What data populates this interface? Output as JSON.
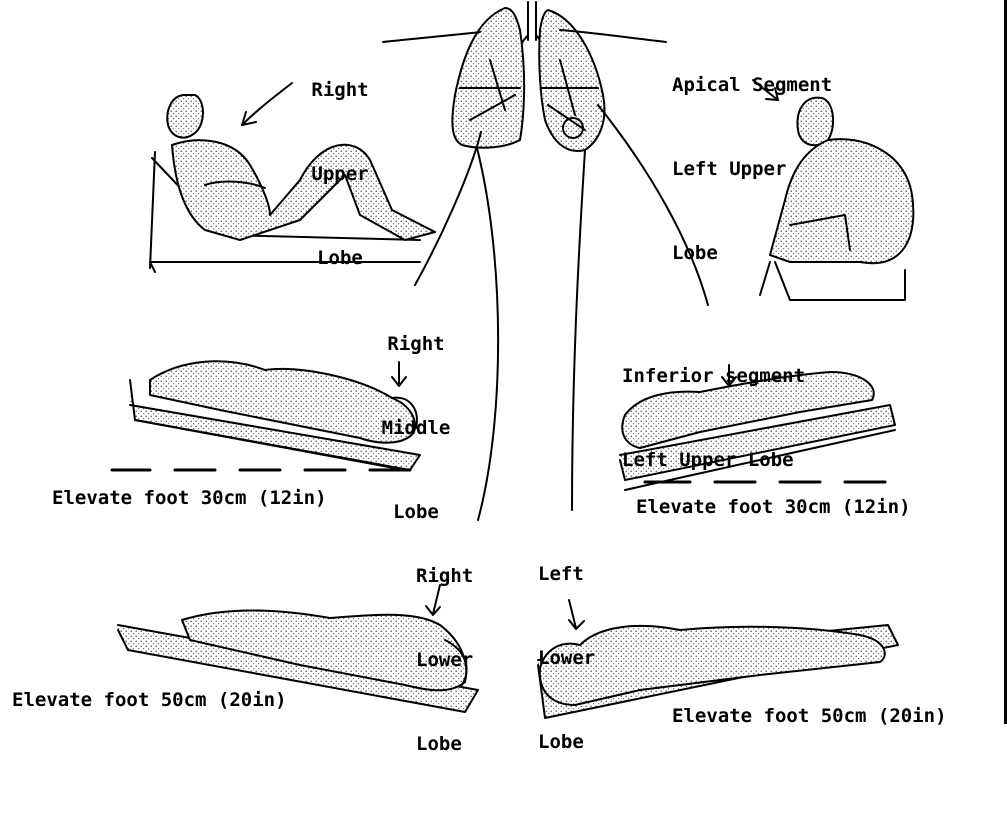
{
  "labels": {
    "right_upper": [
      "Right",
      "Upper",
      "Lobe"
    ],
    "apical_left_upper": [
      "Apical Segment",
      "Left Upper",
      "Lobe"
    ],
    "right_middle": [
      "Right",
      "Middle",
      "Lobe"
    ],
    "inferior_left_upper": [
      "Inferior segment",
      "Left Upper Lobe"
    ],
    "elevate_30_left": "Elevate foot 30cm (12in)",
    "elevate_30_right": "Elevate foot 30cm (12in)",
    "right_lower": [
      "Right",
      "Lower",
      "Lobe"
    ],
    "left_lower": [
      "Left",
      "Lower",
      "Lobe"
    ],
    "elevate_50_left": "Elevate foot 50cm (20in)",
    "elevate_50_right": "Elevate foot 50cm (20in)"
  },
  "figures": [
    "lungs-diagram",
    "patient-reclined-right-upper",
    "patient-seated-leaning-forward-apical",
    "patient-side-lying-right-middle",
    "patient-side-lying-left-inferior",
    "patient-prone-right-lower",
    "patient-prone-left-lower"
  ],
  "colors": {
    "ink": "#000000",
    "background": "#ffffff"
  }
}
